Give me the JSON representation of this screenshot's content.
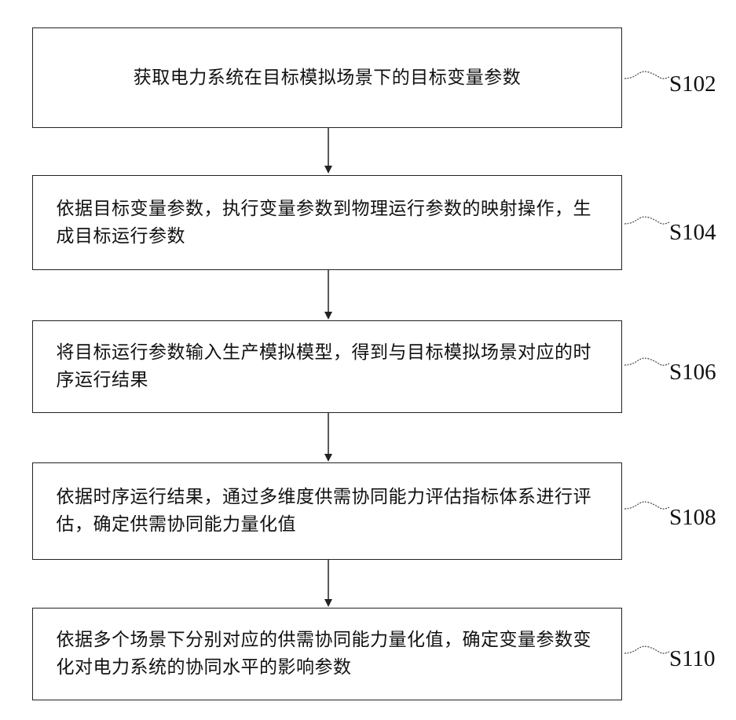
{
  "flowchart": {
    "steps": [
      {
        "id": "S102",
        "text": "获取电力系统在目标模拟场景下的目标变量参数"
      },
      {
        "id": "S104",
        "text": "依据目标变量参数，执行变量参数到物理运行参数的映射操作，生成目标运行参数"
      },
      {
        "id": "S106",
        "text": "将目标运行参数输入生产模拟模型，得到与目标模拟场景对应的时序运行结果"
      },
      {
        "id": "S108",
        "text": "依据时序运行结果，通过多维度供需协同能力评估指标体系进行评估，确定供需协同能力量化值"
      },
      {
        "id": "S110",
        "text": "依据多个场景下分别对应的供需协同能力量化值，确定变量参数变化对电力系统的协同水平的影响参数"
      }
    ]
  },
  "colors": {
    "line": "#222222",
    "text": "#111111",
    "background": "#ffffff"
  }
}
